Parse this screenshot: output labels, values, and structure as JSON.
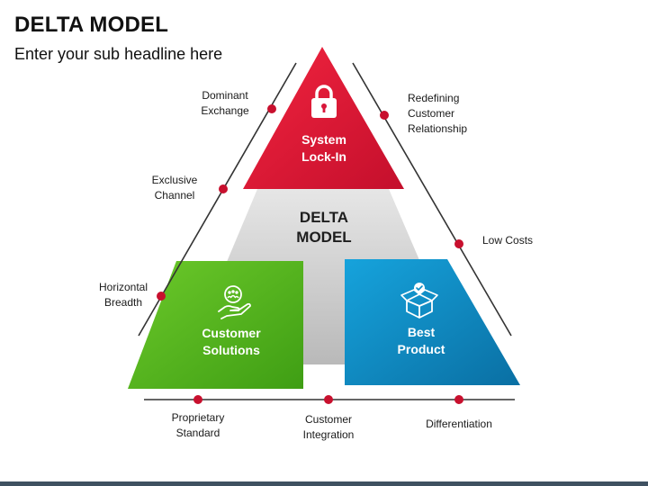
{
  "header": {
    "title": "DELTA MODEL",
    "subtitle": "Enter your sub headline here"
  },
  "center": {
    "line1": "DELTA",
    "line2": "MODEL"
  },
  "panels": {
    "top": {
      "line1": "System",
      "line2": "Lock-In",
      "color": "#e0183a",
      "icon": "padlock-icon"
    },
    "left": {
      "line1": "Customer",
      "line2": "Solutions",
      "color": "#4fb81f",
      "icon": "hand-holding-people-icon"
    },
    "right": {
      "line1": "Best",
      "line2": "Product",
      "color": "#0d8cc4",
      "icon": "open-box-check-icon"
    }
  },
  "left_side_labels": [
    {
      "line1": "Dominant",
      "line2": "Exchange"
    },
    {
      "line1": "Exclusive",
      "line2": "Channel"
    },
    {
      "line1": "Horizontal",
      "line2": "Breadth"
    }
  ],
  "right_side_labels": [
    {
      "line1": "Redefining",
      "line2": "Customer",
      "line3": "Relationship"
    },
    {
      "line1": "Low Costs"
    }
  ],
  "bottom_labels": [
    {
      "line1": "Proprietary",
      "line2": "Standard"
    },
    {
      "line1": "Customer",
      "line2": "Integration"
    },
    {
      "line1": "Differentiation"
    }
  ],
  "colors": {
    "marker": "#c8102e",
    "line": "#333333",
    "gray": "#c9c9c9"
  }
}
